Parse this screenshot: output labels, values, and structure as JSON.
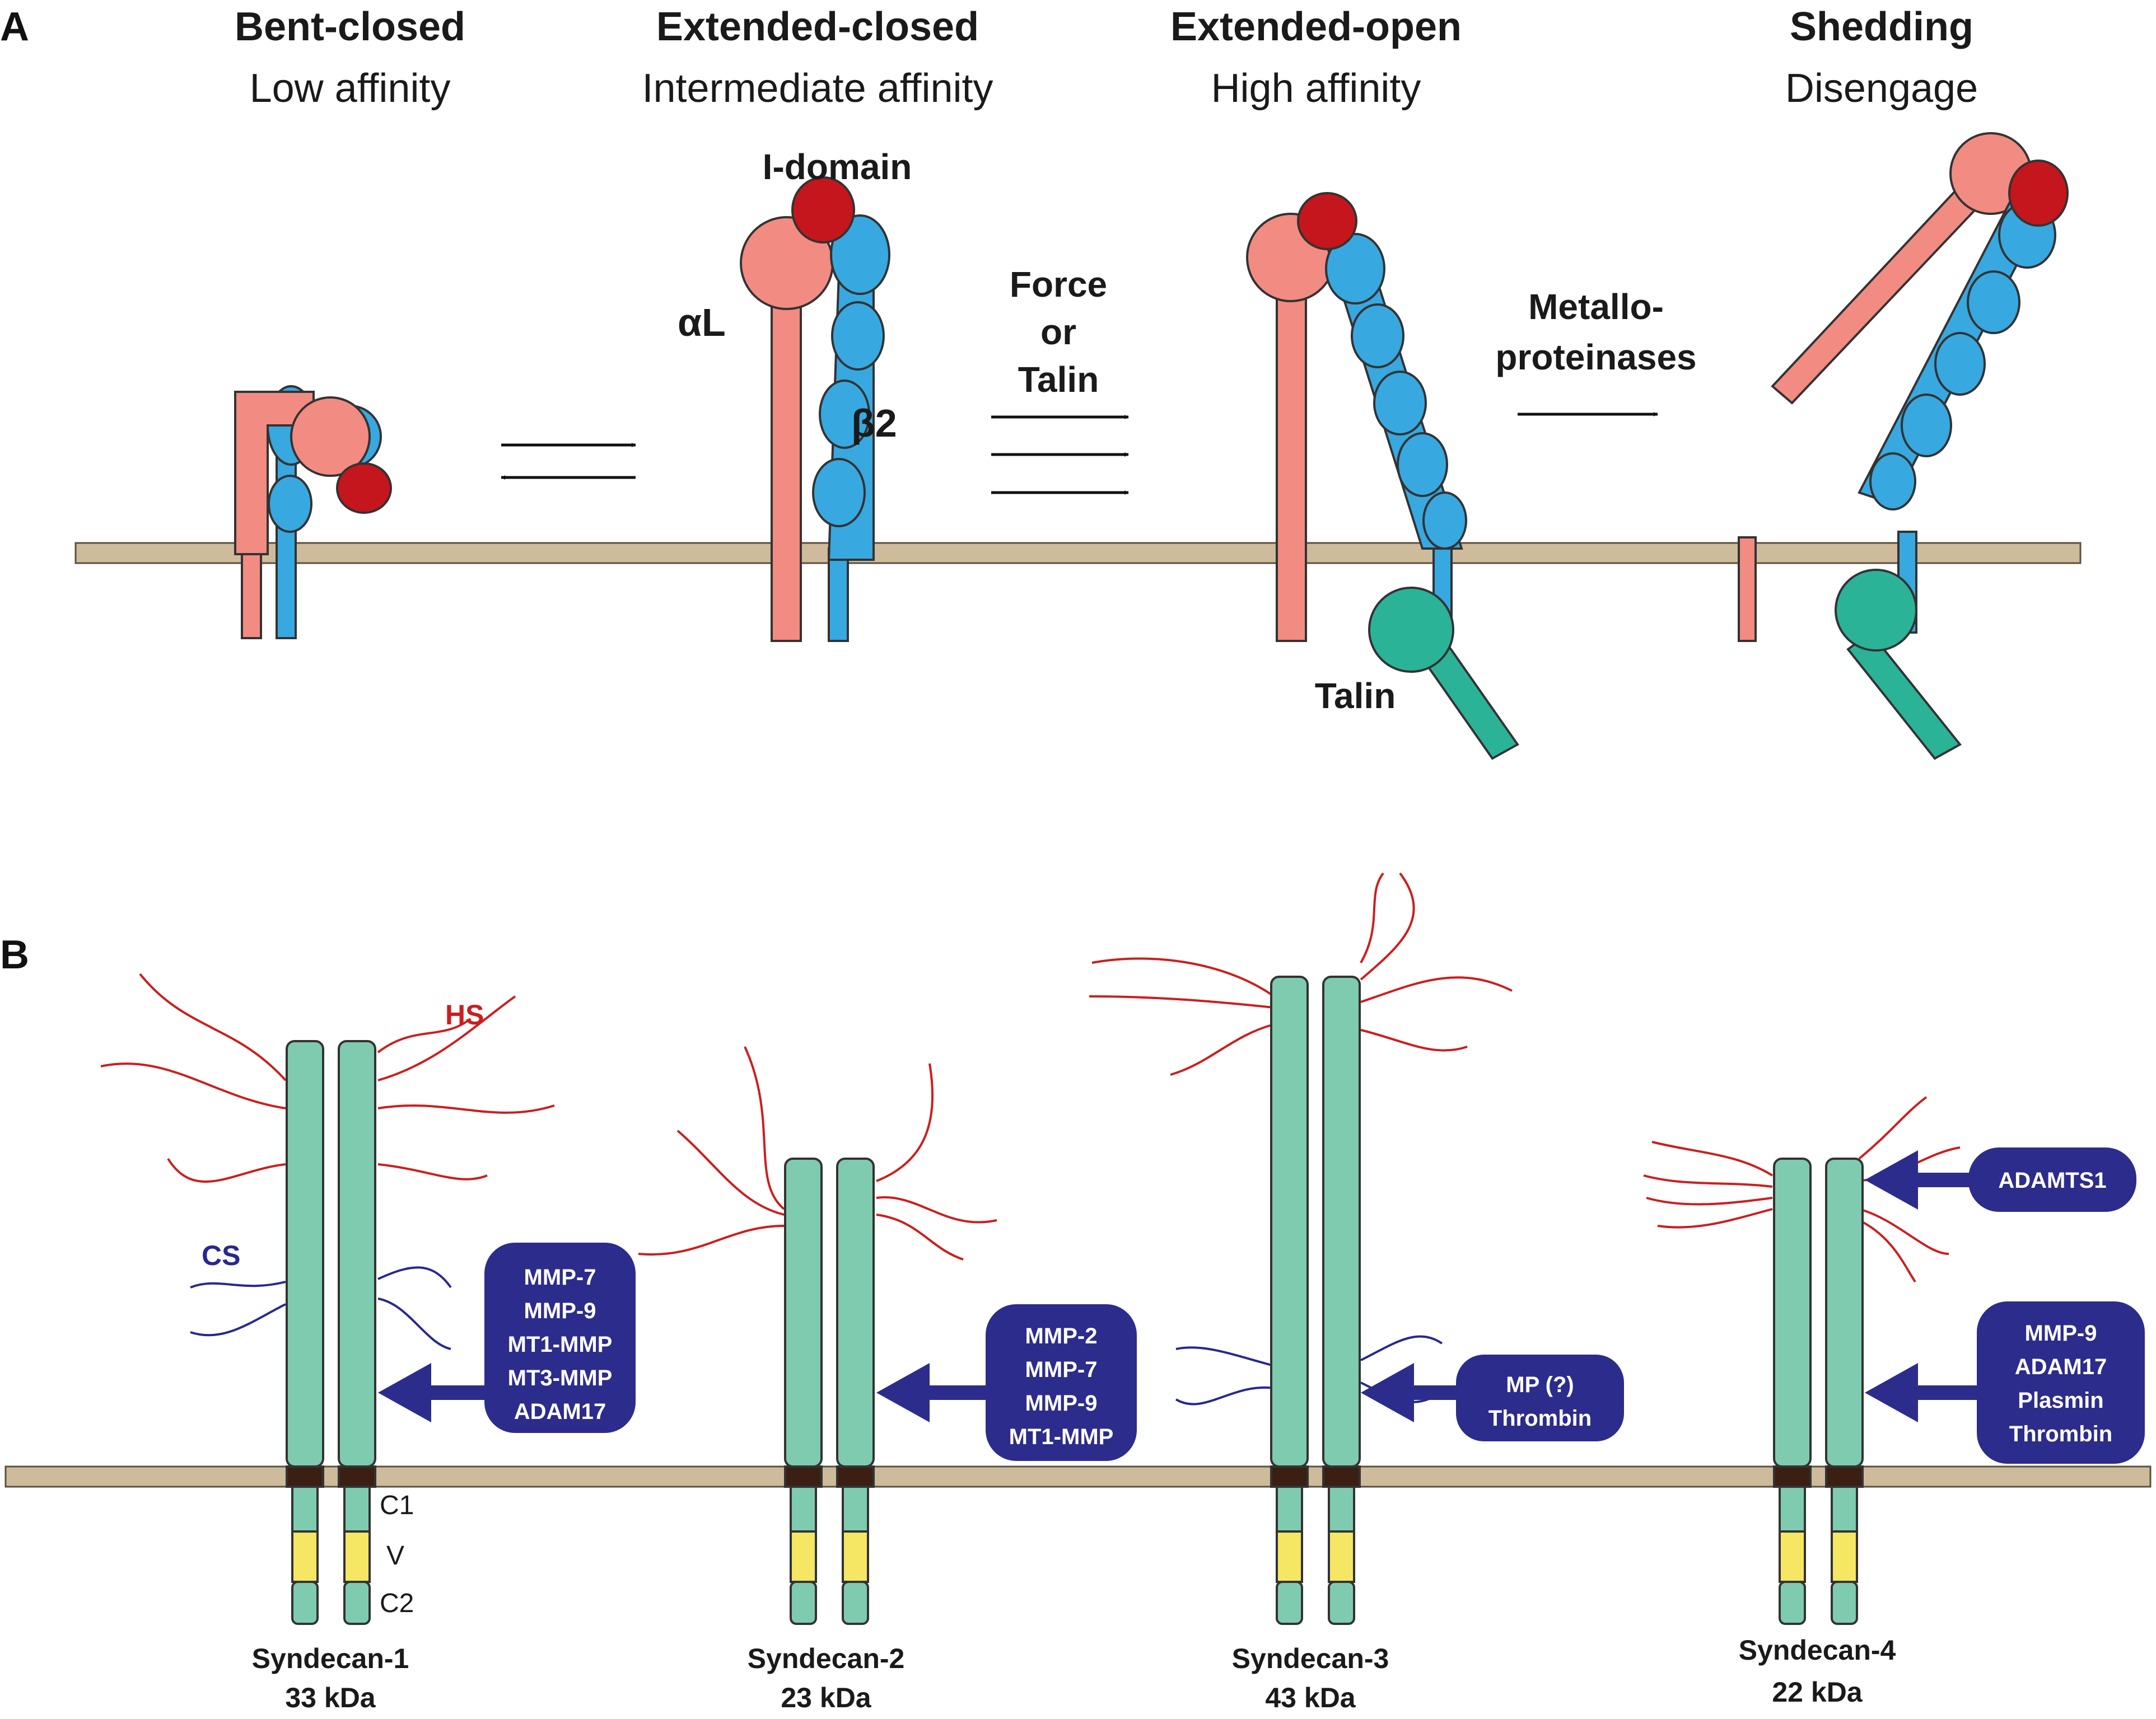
{
  "panel_a": {
    "label": "A",
    "states": [
      {
        "name": "Bent-closed",
        "affinity": "Low affinity"
      },
      {
        "name": "Extended-closed",
        "affinity": "Intermediate affinity"
      },
      {
        "name": "Extended-open",
        "affinity": "High affinity"
      },
      {
        "name": "Shedding",
        "affinity": "Disengage"
      }
    ],
    "labels": {
      "i_domain": "I-domain",
      "alpha_l": "αL",
      "beta2": "β2",
      "force_1": "Force",
      "force_2": "or",
      "force_3": "Talin",
      "metallo_1": "Metallo-",
      "metallo_2": "proteinases",
      "talin": "Talin"
    }
  },
  "panel_b": {
    "label": "B",
    "labels": {
      "hs": "HS",
      "cs": "CS",
      "c1": "C1",
      "v": "V",
      "c2": "C2"
    },
    "syndecans": [
      {
        "name": "Syndecan-1",
        "mass": "33 kDa",
        "enzymes": [
          "MMP-7",
          "MMP-9",
          "MT1-MMP",
          "MT3-MMP",
          "ADAM17"
        ]
      },
      {
        "name": "Syndecan-2",
        "mass": "23 kDa",
        "enzymes": [
          "MMP-2",
          "MMP-7",
          "MMP-9",
          "MT1-MMP"
        ]
      },
      {
        "name": "Syndecan-3",
        "mass": "43 kDa",
        "enzymes": [
          "MP (?)",
          "Thrombin"
        ]
      },
      {
        "name": "Syndecan-4",
        "mass": "22 kDa",
        "enzymes_top": [
          "ADAMTS1"
        ],
        "enzymes": [
          "MMP-9",
          "ADAM17",
          "Plasmin",
          "Thrombin"
        ]
      }
    ]
  },
  "colors": {
    "alpha_l": "#f28b82",
    "beta2": "#38a8e0",
    "i_domain": "#c4161c",
    "talin": "#2bb398",
    "syndecan_core": "#7ecbb0",
    "heparan_sulfate": "#cc1e1e",
    "chondroitin_sulfate": "#27288f",
    "enzyme_box": "#2c2c8c",
    "membrane": "#cdbb9c",
    "tm_domain": "#3a1f12",
    "v_region": "#f5e663"
  }
}
